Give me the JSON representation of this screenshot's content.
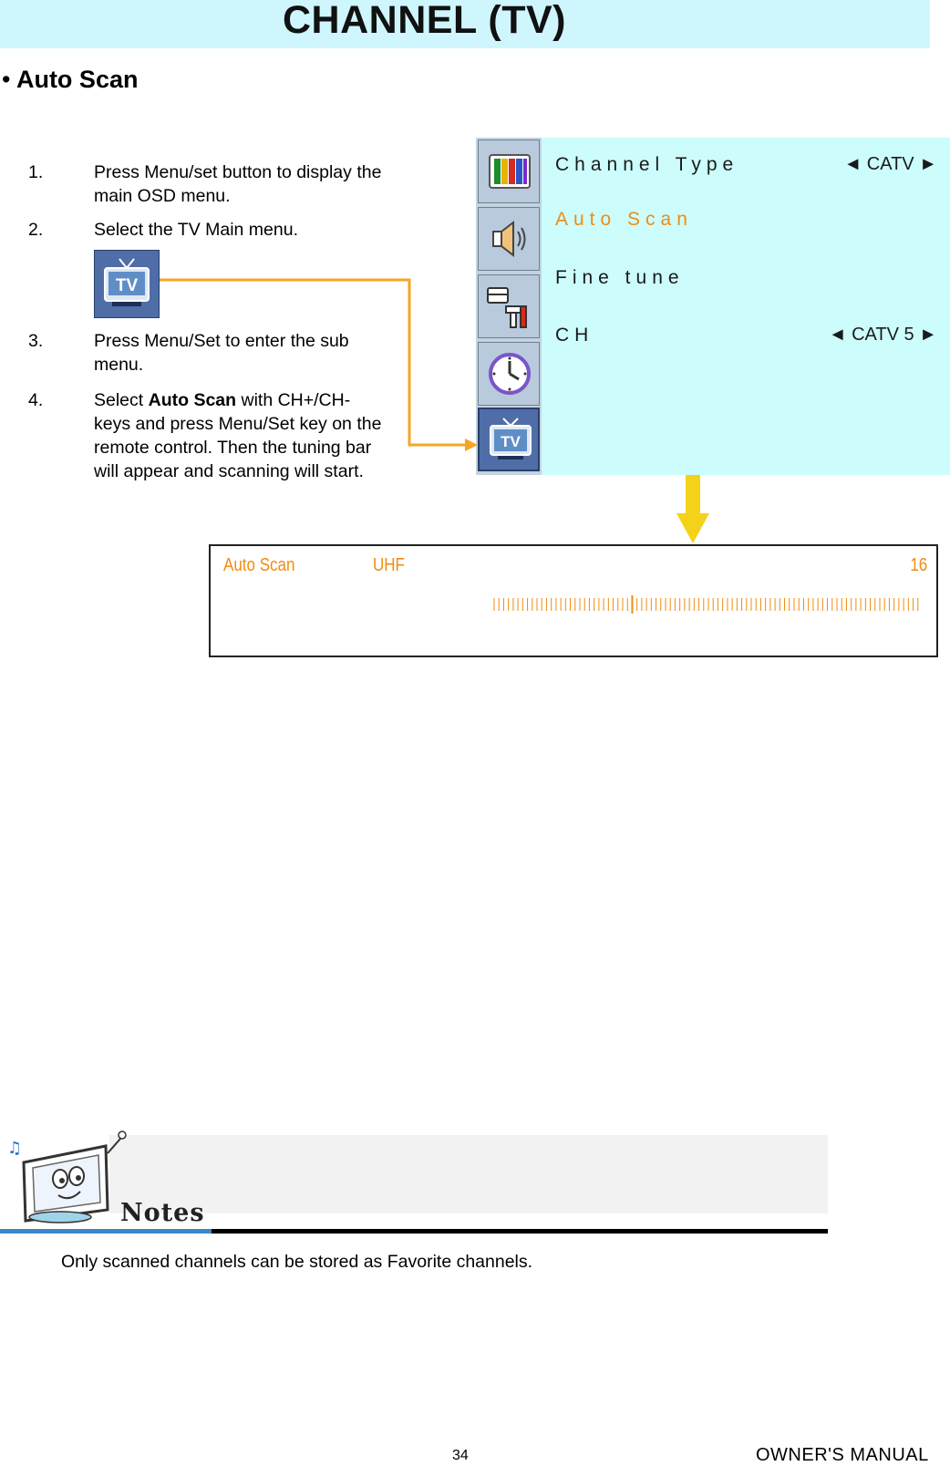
{
  "header": {
    "title": "CHANNEL (TV)"
  },
  "section": {
    "bullet": "•",
    "heading": "Auto Scan"
  },
  "steps": [
    {
      "num": "1.",
      "text": "Press Menu/set button to display the main OSD menu."
    },
    {
      "num": "2.",
      "text": "Select the TV Main menu."
    },
    {
      "num": "3.",
      "text": "Press Menu/Set to enter the sub menu."
    },
    {
      "num": "4.",
      "text_before": "Select ",
      "bold": "Auto Scan",
      "text_after": " with CH+/CH- keys and press Menu/Set key on the remote control. Then the tuning bar will appear and scanning will start."
    }
  ],
  "osd": {
    "tabs": [
      "picture-icon",
      "speaker-icon",
      "toolbox-icon",
      "clock-icon",
      "tv-icon"
    ],
    "rows": [
      {
        "label": "Channel Type",
        "value": "◄ CATV ►"
      },
      {
        "label": "Auto Scan",
        "value": ""
      },
      {
        "label": "Fine  tune",
        "value": ""
      },
      {
        "label": "CH",
        "value": "◄ CATV 5 ►"
      }
    ],
    "accent_color": "#f08c12"
  },
  "tv_icon": {
    "text": "TV"
  },
  "scan": {
    "label": "Auto Scan",
    "band": "UHF",
    "channel": "16",
    "progress": 0.32
  },
  "notes": {
    "label": "Notes",
    "text": "Only scanned channels can be stored as Favorite channels."
  },
  "footer": {
    "page": "34",
    "manual": "OWNER'S MANUAL"
  }
}
